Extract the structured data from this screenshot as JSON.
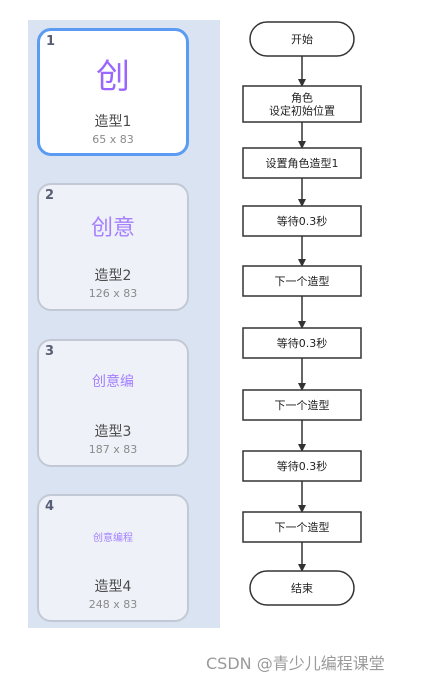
{
  "costumes": [
    {
      "number": "1",
      "preview_text": "创",
      "name": "造型1",
      "size": "65 x 83",
      "selected": true
    },
    {
      "number": "2",
      "preview_text": "创意",
      "name": "造型2",
      "size": "126 x 83",
      "selected": false
    },
    {
      "number": "3",
      "preview_text": "创意编",
      "name": "造型3",
      "size": "187 x 83",
      "selected": false
    },
    {
      "number": "4",
      "preview_text": "创意编程",
      "name": "造型4",
      "size": "248 x 83",
      "selected": false
    }
  ],
  "flowchart": {
    "steps": [
      {
        "kind": "terminal",
        "lines": [
          "开始"
        ]
      },
      {
        "kind": "process",
        "lines": [
          "角色",
          "设定初始位置"
        ]
      },
      {
        "kind": "process",
        "lines": [
          "设置角色造型1"
        ]
      },
      {
        "kind": "process",
        "lines": [
          "等待0.3秒"
        ]
      },
      {
        "kind": "process",
        "lines": [
          "下一个造型"
        ]
      },
      {
        "kind": "process",
        "lines": [
          "等待0.3秒"
        ]
      },
      {
        "kind": "process",
        "lines": [
          "下一个造型"
        ]
      },
      {
        "kind": "process",
        "lines": [
          "等待0.3秒"
        ]
      },
      {
        "kind": "process",
        "lines": [
          "下一个造型"
        ]
      },
      {
        "kind": "terminal",
        "lines": [
          "结束"
        ]
      }
    ]
  },
  "watermark": "CSDN @青少儿编程课堂",
  "colors": {
    "selected_border": "#5b9cf2",
    "costume_text": "#9966ff",
    "panel_bg": "#d9e3f1"
  }
}
